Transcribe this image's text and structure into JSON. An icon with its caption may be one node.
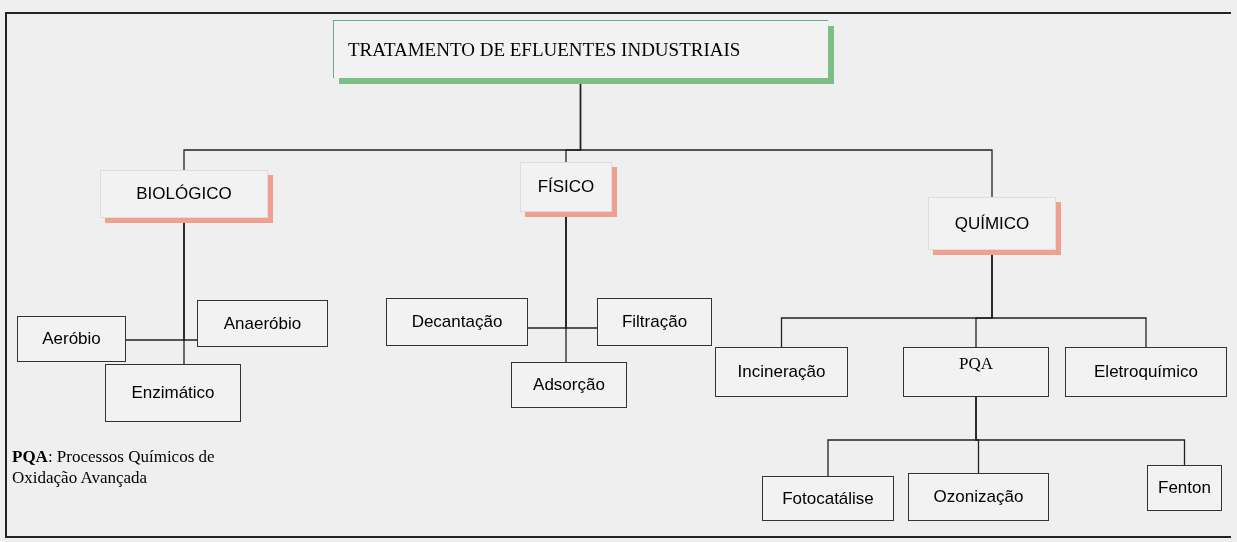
{
  "diagram": {
    "nodes": [
      {
        "text": [
          "TRATAMENTO DE EFLUENTES INDUSTRIAIS"
        ]
      },
      {
        "text": [
          "BIOLÓGICO"
        ]
      },
      {
        "text": [
          "FÍSICO"
        ]
      },
      {
        "text": [
          "QUÍMICO"
        ]
      },
      {
        "text": [
          "Aeróbio"
        ]
      },
      {
        "text": [
          "Anaeróbio"
        ]
      },
      {
        "text": [
          "Enzimático"
        ]
      },
      {
        "text": [
          "Decantação"
        ]
      },
      {
        "text": [
          "Filtração"
        ]
      },
      {
        "text": [
          "Adsorção"
        ]
      },
      {
        "text": [
          "Incineração"
        ]
      },
      {
        "text": [
          "PQA"
        ]
      },
      {
        "text": [
          "Eletroquímico"
        ]
      },
      {
        "text": [
          "Fotocatálise"
        ]
      },
      {
        "text": [
          "Ozonização"
        ]
      },
      {
        "text": [
          "Fenton"
        ]
      }
    ],
    "edges": [
      {
        "from": 0,
        "to": 1,
        "arrow": "none"
      },
      {
        "from": 0,
        "to": 2,
        "arrow": "none"
      },
      {
        "from": 0,
        "to": 3,
        "arrow": "none"
      },
      {
        "from": 1,
        "to": 4,
        "arrow": "none"
      },
      {
        "from": 1,
        "to": 5,
        "arrow": "none"
      },
      {
        "from": 1,
        "to": 6,
        "arrow": "none"
      },
      {
        "from": 2,
        "to": 7,
        "arrow": "none"
      },
      {
        "from": 2,
        "to": 8,
        "arrow": "none"
      },
      {
        "from": 2,
        "to": 9,
        "arrow": "none"
      },
      {
        "from": 3,
        "to": 10,
        "arrow": "none"
      },
      {
        "from": 3,
        "to": 11,
        "arrow": "none"
      },
      {
        "from": 3,
        "to": 12,
        "arrow": "none"
      },
      {
        "from": 11,
        "to": 13,
        "arrow": "none"
      },
      {
        "from": 11,
        "to": 14,
        "arrow": "none"
      },
      {
        "from": 11,
        "to": 15,
        "arrow": "none"
      }
    ],
    "labels": [
      "**PQA**: Processos Químicos de Oxidação Avançada"
    ]
  }
}
